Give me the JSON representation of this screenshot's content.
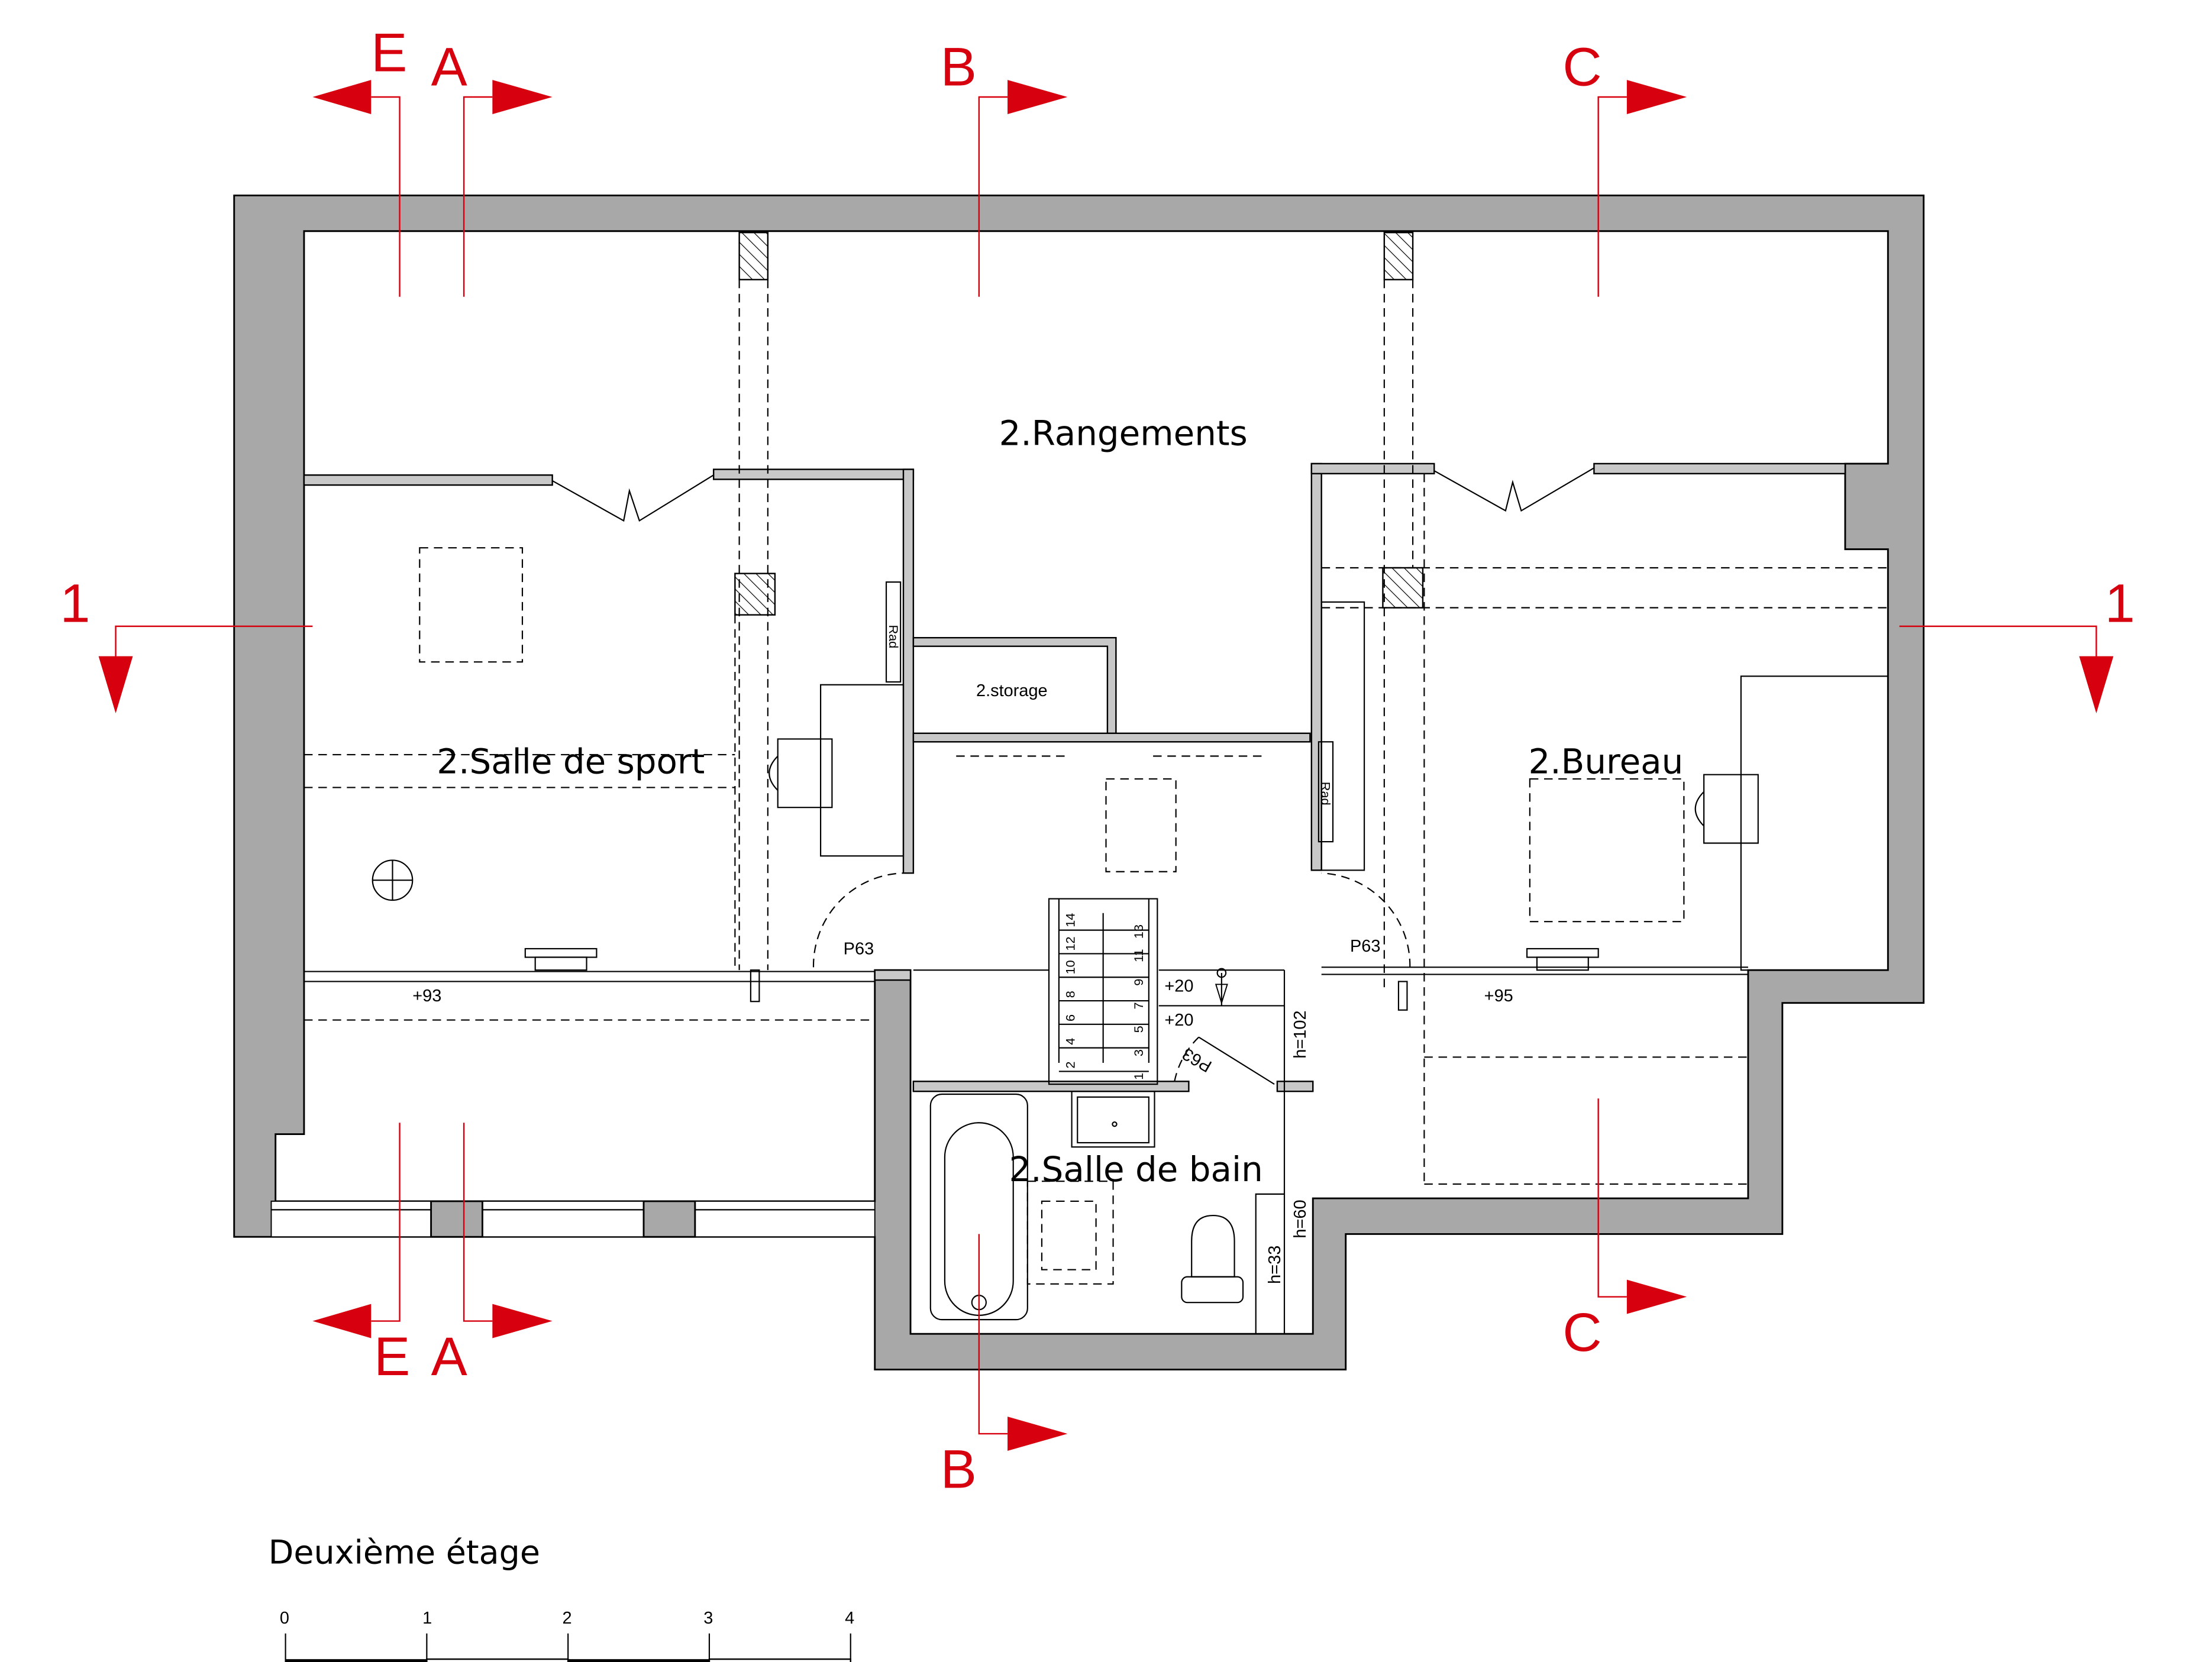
{
  "title": "Deuxième étage",
  "rooms": {
    "rangements": "2.Rangements",
    "sport": "2.Salle de sport",
    "storage": "2.storage",
    "bureau": "2.Bureau",
    "bain": "2.Salle de bain"
  },
  "sections": {
    "E": "E",
    "A": "A",
    "B": "B",
    "C": "C",
    "one": "1"
  },
  "annotations": {
    "door_left": "P63",
    "door_right": "P63",
    "door_bath": "P63",
    "rad_left": "Rad",
    "rad_right": "Rad",
    "level_sport": "+93",
    "level_bureau": "+95",
    "level_landing_1": "+20",
    "level_landing_2": "+20",
    "h_102": "h=102",
    "h_60": "h=60",
    "h_33": "h=33"
  },
  "stairs": {
    "left": [
      "14",
      "12",
      "10",
      "8",
      "6",
      "4",
      "2"
    ],
    "right": [
      "13",
      "11",
      "9",
      "7",
      "5",
      "3",
      "1"
    ]
  },
  "scale_bar": {
    "labels": [
      "0",
      "1",
      "2",
      "3",
      "4"
    ]
  },
  "colors": {
    "section_red": "#d7000f",
    "wall_gray": "#a8a8a8"
  }
}
